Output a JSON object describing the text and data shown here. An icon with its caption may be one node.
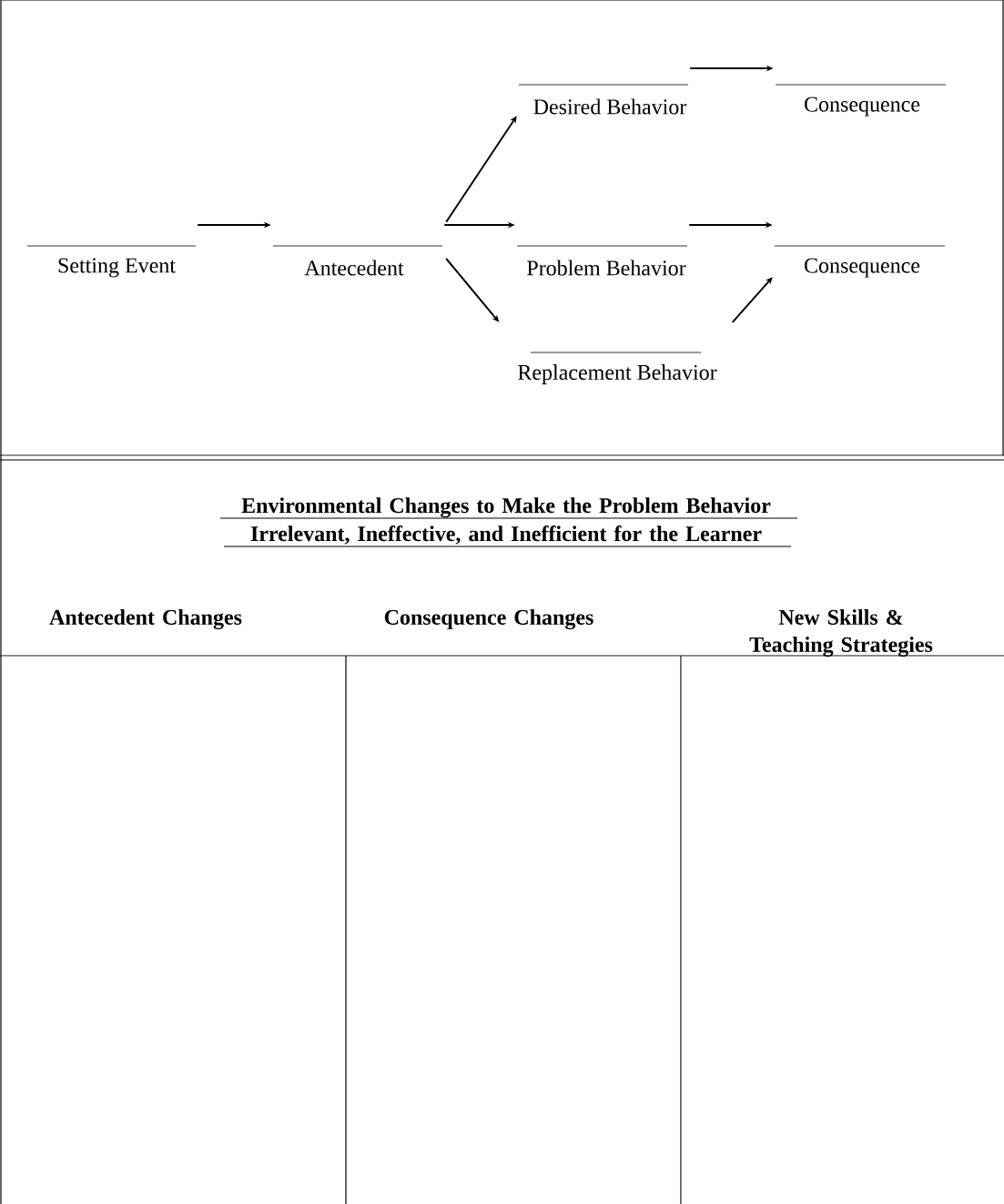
{
  "diagram": {
    "title": "Environmental Changes to Make the Problem Behavior Irrelevant, Ineffective, and Inefficient for the Learner",
    "nodes": [
      {
        "text": [
          "Desired Behavior"
        ]
      },
      {
        "text": [
          "Consequence"
        ]
      },
      {
        "text": [
          "Setting Event"
        ]
      },
      {
        "text": [
          "Antecedent"
        ]
      },
      {
        "text": [
          "Problem Behavior"
        ]
      },
      {
        "text": [
          "Consequence"
        ]
      },
      {
        "text": [
          "Replacement Behavior"
        ]
      }
    ],
    "edges": [
      {
        "from": 2,
        "to": 3,
        "arrow": "to"
      },
      {
        "from": 3,
        "to": 4,
        "arrow": "to"
      },
      {
        "from": 3,
        "to": 0,
        "arrow": "to"
      },
      {
        "from": 3,
        "to": 6,
        "arrow": "to"
      },
      {
        "from": 0,
        "to": 1,
        "arrow": "to"
      },
      {
        "from": 4,
        "to": 5,
        "arrow": "to"
      },
      {
        "from": 6,
        "to": 5,
        "arrow": "to"
      }
    ],
    "labels": [
      "Antecedent Changes",
      "Consequence Changes",
      "New Skills & Teaching Strategies"
    ]
  }
}
